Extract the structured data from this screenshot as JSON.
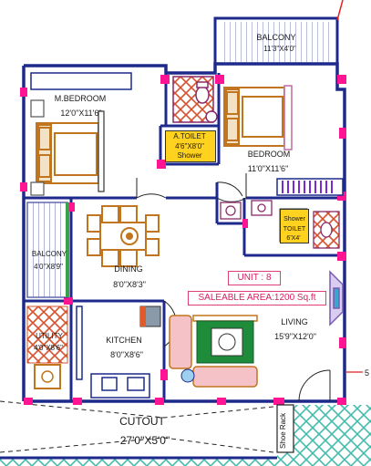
{
  "rooms": {
    "balcony_top": {
      "name": "BALCONY",
      "size": "11'3\"X4'0\""
    },
    "master_bedroom": {
      "name": "M.BEDROOM",
      "size": "12'0\"X11'6\""
    },
    "attached_toilet": {
      "name": "A.TOILET",
      "size": "4'6\"X8'0\"",
      "note": "Shower"
    },
    "bedroom": {
      "name": "BEDROOM",
      "size": "11'0\"X11'6\""
    },
    "shower_toilet": {
      "name": "Shower",
      "name2": "TOILET",
      "size": "6'X4'"
    },
    "balcony_left": {
      "name": "BALCONY",
      "size": "4'0\"X8'9\""
    },
    "dining": {
      "name": "DINING",
      "size": "8'0\"X8'3\""
    },
    "utility": {
      "name": "UTILITY",
      "size": "4'0\"X8'6\""
    },
    "kitchen": {
      "name": "KITCHEN",
      "size": "8'0\"X8'6\""
    },
    "living": {
      "name": "LIVING",
      "size": "15'9\"X12'0\""
    },
    "cutout": {
      "name": "CUTOUT",
      "size": "27'0\"X5'0\""
    },
    "shoe_rack": {
      "name": "Shoe Rack"
    }
  },
  "unit_label": "UNIT : 8",
  "saleable_area": "SALEABLE AREA:1200 Sq.ft",
  "edge_mark": "5",
  "colors": {
    "wall": "#1d2a8c",
    "door": "#ff1493",
    "furniture": "#c0751e",
    "tile": "#ffd21f",
    "cutout_hatch": "#22b0a0",
    "brick": "#d5532e",
    "annotation": "#d81b60",
    "sofa": "#f5a3ac",
    "rug": "#1f8c3c"
  }
}
